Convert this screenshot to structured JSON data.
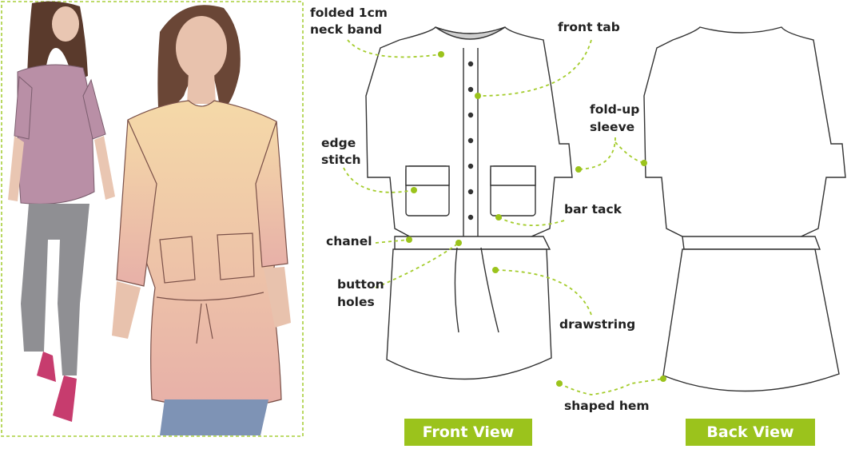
{
  "labels": {
    "neck_band_line1": "folded 1cm",
    "neck_band_line2": "neck band",
    "front_tab": "front tab",
    "fold_up_line1": "fold-up",
    "fold_up_line2": "sleeve",
    "edge_line1": "edge",
    "edge_line2": "stitch",
    "bar_tack": "bar tack",
    "chanel": "chanel",
    "button_line1": "button",
    "button_line2": "holes",
    "drawstring": "drawstring",
    "shaped_hem": "shaped hem"
  },
  "views": {
    "front": "Front View",
    "back": "Back View"
  },
  "colors": {
    "accent": "#9bc31c",
    "frame": "#a8cf3a",
    "leader": "#a4cc2c",
    "line": "#333333"
  }
}
